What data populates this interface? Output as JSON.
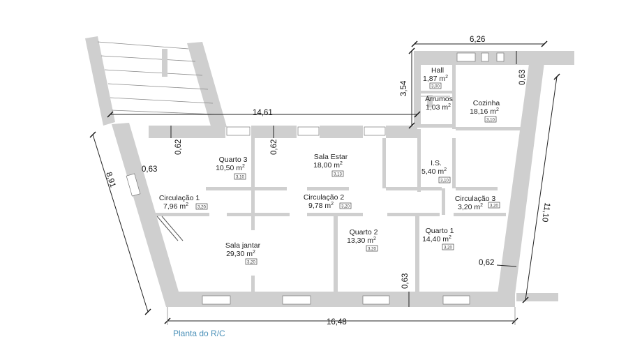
{
  "title": "Planta do R/C",
  "colors": {
    "wall": "#cfcfcf",
    "title": "#4a90b8"
  },
  "rooms": [
    {
      "name": "Hall",
      "area": "1,87 m",
      "height": "3,00"
    },
    {
      "name": "Arrumos",
      "area": "1,03 m"
    },
    {
      "name": "Cozinha",
      "area": "18,16 m",
      "height": "3,10"
    },
    {
      "name": "Quarto 3",
      "area": "10,50 m",
      "height": "3,10"
    },
    {
      "name": "Sala Estar",
      "area": "18,00 m",
      "height": "3,13"
    },
    {
      "name": "I.S.",
      "area": "5,40 m",
      "height": "3,10"
    },
    {
      "name": "Circulação 1",
      "area": "7,96 m",
      "height": "3,20"
    },
    {
      "name": "Circulação 2",
      "area": "9,78 m",
      "height": "3,20"
    },
    {
      "name": "Circulação 3",
      "area": "3,20 m",
      "height": "3,20"
    },
    {
      "name": "Sala jantar",
      "area": "29,30 m",
      "height": "3,20"
    },
    {
      "name": "Quarto 2",
      "area": "13,30 m",
      "height": "3,20"
    },
    {
      "name": "Quarto 1",
      "area": "14,40 m",
      "height": "3,20"
    }
  ],
  "area_unit_sup": "2",
  "dimensions": {
    "top_kitchen": "6,26",
    "kitchen_height": "3,54",
    "kitchen_wall": "0,63",
    "corridor_length": "14,61",
    "wall_q3": "0,62",
    "wall_sala": "0,62",
    "left_diag": "8,91",
    "left_wall": "0,63",
    "right_diag": "11,10",
    "right_wall": "0,62",
    "bottom_wall": "0,63",
    "bottom_total": "16,48"
  }
}
